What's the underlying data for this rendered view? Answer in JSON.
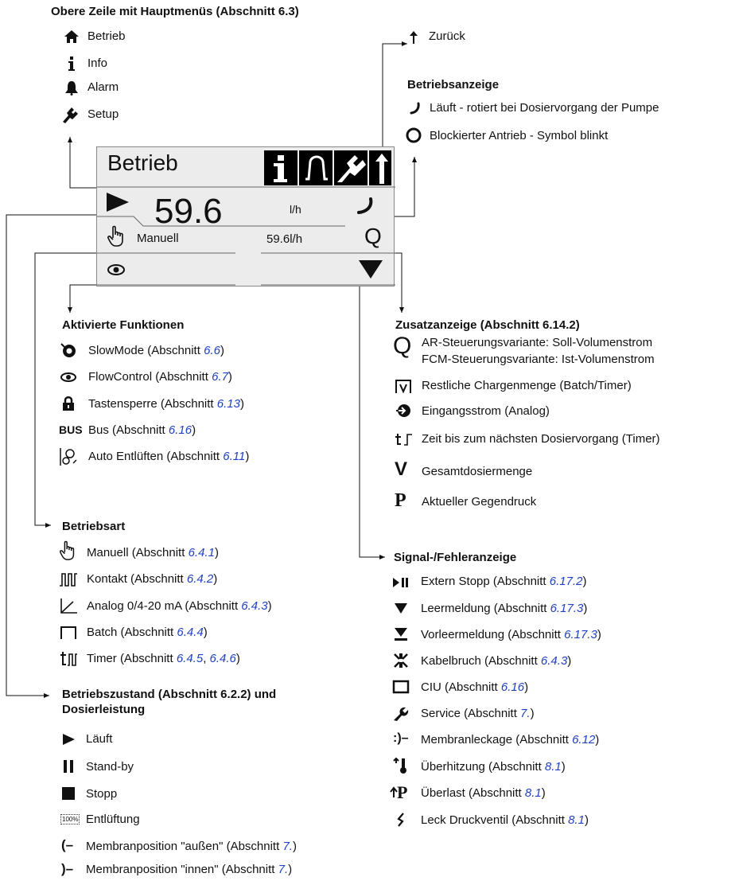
{
  "top_menu": {
    "heading": "Obere Zeile mit Hauptmenüs (Abschnitt 6.3)",
    "items": [
      {
        "icon": "home-icon",
        "label": "Betrieb"
      },
      {
        "icon": "info-icon",
        "label": "Info"
      },
      {
        "icon": "alarm-bell-icon",
        "label": "Alarm"
      },
      {
        "icon": "setup-icon",
        "label": "Setup"
      }
    ]
  },
  "back": {
    "icon": "back-arrow-icon",
    "label": "Zurück"
  },
  "operation_indicator": {
    "heading": "Betriebsanzeige",
    "items": [
      {
        "icon": "running-arc-icon",
        "label": "Läuft - rotiert bei Dosiervorgang der Pumpe"
      },
      {
        "icon": "blocked-circle-icon",
        "label": "Blockierter Antrieb - Symbol blinkt"
      }
    ]
  },
  "display": {
    "title": "Betrieb",
    "value": "59.6",
    "unit": "l/h",
    "mode": "Manuell",
    "flow": "59.6l/h",
    "q_symbol": "Q"
  },
  "active_functions": {
    "heading": "Aktivierte Funktionen",
    "items": [
      {
        "icon": "slowmode-icon",
        "label": "SlowMode (Abschnitt ",
        "ref": "6.6",
        "end": ")"
      },
      {
        "icon": "eye-icon",
        "label": "FlowControl (Abschnitt ",
        "ref": "6.7",
        "end": ")"
      },
      {
        "icon": "lock-icon",
        "label": "Tastensperre (Abschnitt ",
        "ref": "6.13",
        "end": ")"
      },
      {
        "icon": "bus-icon",
        "icon_text": "BUS",
        "label": "Bus (Abschnitt ",
        "ref": "6.16",
        "end": ")"
      },
      {
        "icon": "auto-vent-icon",
        "label": "Auto Entlüften (Abschnitt ",
        "ref": "6.11",
        "end": ")"
      }
    ]
  },
  "additional_display": {
    "heading": "Zusatzanzeige (Abschnitt 6.14.2)",
    "q_symbol": "Q",
    "q_lines": [
      "AR-Steuerungsvariante: Soll-Volumenstrom",
      "FCM-Steuerungsvariante: Ist-Volumenstrom"
    ],
    "items": [
      {
        "icon": "batch-remaining-icon",
        "label": "Restliche Chargenmenge (Batch/Timer)"
      },
      {
        "icon": "input-current-icon",
        "label": "Eingangsstrom (Analog)"
      },
      {
        "icon": "timer-next-icon",
        "label": "Zeit bis zum nächsten Dosiervorgang (Timer)"
      },
      {
        "icon": "volume-v-icon",
        "icon_text": "V",
        "label": "Gesamtdosiermenge"
      },
      {
        "icon": "pressure-p-icon",
        "icon_text": "P",
        "label": "Aktueller Gegendruck"
      }
    ]
  },
  "operating_mode": {
    "heading": "Betriebsart",
    "items": [
      {
        "icon": "hand-icon",
        "label": "Manuell (Abschnitt ",
        "ref": "6.4.1",
        "end": ")"
      },
      {
        "icon": "pulse-icon",
        "label": "Kontakt (Abschnitt ",
        "ref": "6.4.2",
        "end": ")"
      },
      {
        "icon": "analog-icon",
        "label": "Analog 0/4-20 mA (Abschnitt ",
        "ref": "6.4.3",
        "end": ")"
      },
      {
        "icon": "batch-icon",
        "label": "Batch (Abschnitt ",
        "ref": "6.4.4",
        "end": ")"
      },
      {
        "icon": "timer-pulse-icon",
        "label": "Timer (Abschnitt ",
        "ref": "6.4.5",
        "mid": ", ",
        "ref2": "6.4.6",
        "end": ")"
      }
    ]
  },
  "signal_display": {
    "heading": "Signal-/Fehleranzeige",
    "items": [
      {
        "icon": "external-stop-icon",
        "label": "Extern Stopp (Abschnitt ",
        "ref": "6.17.2",
        "end": ")"
      },
      {
        "icon": "empty-signal-icon",
        "label": "Leermeldung (Abschnitt ",
        "ref": "6.17.3",
        "end": ")"
      },
      {
        "icon": "pre-empty-icon",
        "label": "Vorleermeldung (Abschnitt ",
        "ref": "6.17.3",
        "end": ")"
      },
      {
        "icon": "cable-break-icon",
        "label": "Kabelbruch (Abschnitt ",
        "ref": "6.4.3",
        "end": ")"
      },
      {
        "icon": "ciu-icon",
        "label": "CIU (Abschnitt ",
        "ref": "6.16",
        "end": ")"
      },
      {
        "icon": "service-wrench-icon",
        "label": "Service (Abschnitt ",
        "ref": "7.",
        "end": ")"
      },
      {
        "icon": "membrane-leak-icon",
        "icon_text": ":)–",
        "label": "Membranleckage (Abschnitt ",
        "ref": "6.12",
        "end": ")"
      },
      {
        "icon": "overheat-icon",
        "label": "Überhitzung (Abschnitt ",
        "ref": "8.1",
        "end": ")"
      },
      {
        "icon": "overload-icon",
        "icon_text": "P",
        "label": "Überlast (Abschnitt ",
        "ref": "8.1",
        "end": ")"
      },
      {
        "icon": "valve-leak-icon",
        "label": "Leck Druckventil (Abschnitt ",
        "ref": "8.1",
        "end": ")"
      }
    ]
  },
  "operating_state": {
    "heading_line1": "Betriebszustand (Abschnitt 6.2.2) und",
    "heading_line2": "Dosierleistung",
    "items": [
      {
        "icon": "play-icon",
        "label": "Läuft"
      },
      {
        "icon": "pause-icon",
        "label": "Stand-by"
      },
      {
        "icon": "stop-icon",
        "label": "Stopp"
      },
      {
        "icon": "venting-100-icon",
        "icon_text": "100%",
        "label": "Entlüftung"
      },
      {
        "icon": "membrane-out-icon",
        "icon_text": "(–",
        "label": "Membranposition \"außen\" (Abschnitt ",
        "ref": "7.",
        "end": ")"
      },
      {
        "icon": "membrane-in-icon",
        "icon_text": ")–",
        "label": "Membranposition \"innen\" (Abschnitt ",
        "ref": "7.",
        "end": ")"
      }
    ]
  }
}
